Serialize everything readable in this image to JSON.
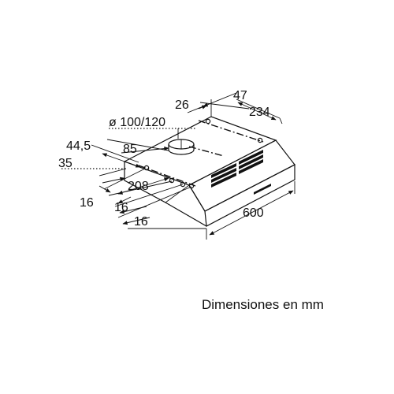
{
  "dimensions": {
    "d26": "26",
    "d47": "47",
    "d234": "234",
    "diameter": "ø 100/120",
    "d44_5": "44,5",
    "d85": "85",
    "d35": "35",
    "d208": "208",
    "d16_a": "16",
    "d16_b": "16",
    "d16_c": "16",
    "d600": "600"
  },
  "caption": "Dimensiones en mm"
}
